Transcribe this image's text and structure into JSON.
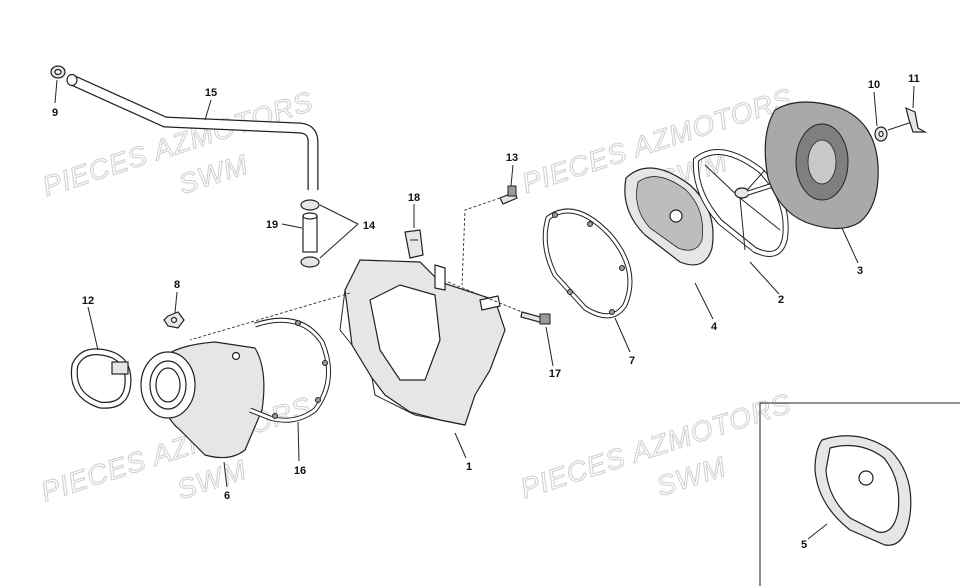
{
  "watermarks": [
    {
      "line1": "PIECES AZMOTORS",
      "line2": "SWM"
    },
    {
      "line1": "PIECES AZMOTORS",
      "line2": "SWM"
    },
    {
      "line1": "PIECES AZMOTORS",
      "line2": "SWM"
    },
    {
      "line1": "PIECES AZMOTORS",
      "line2": "SWM"
    }
  ],
  "callouts": {
    "p1": "1",
    "p2": "2",
    "p3": "3",
    "p4": "4",
    "p5": "5",
    "p6": "6",
    "p7": "7",
    "p8": "8",
    "p9": "9",
    "p10": "10",
    "p11": "11",
    "p12": "12",
    "p13": "13",
    "p14": "14",
    "p15": "15",
    "p16": "16",
    "p17": "17",
    "p18": "18",
    "p19": "19"
  },
  "colors": {
    "line": "#222222",
    "background": "#ffffff",
    "watermark": "#cfcfcf"
  }
}
